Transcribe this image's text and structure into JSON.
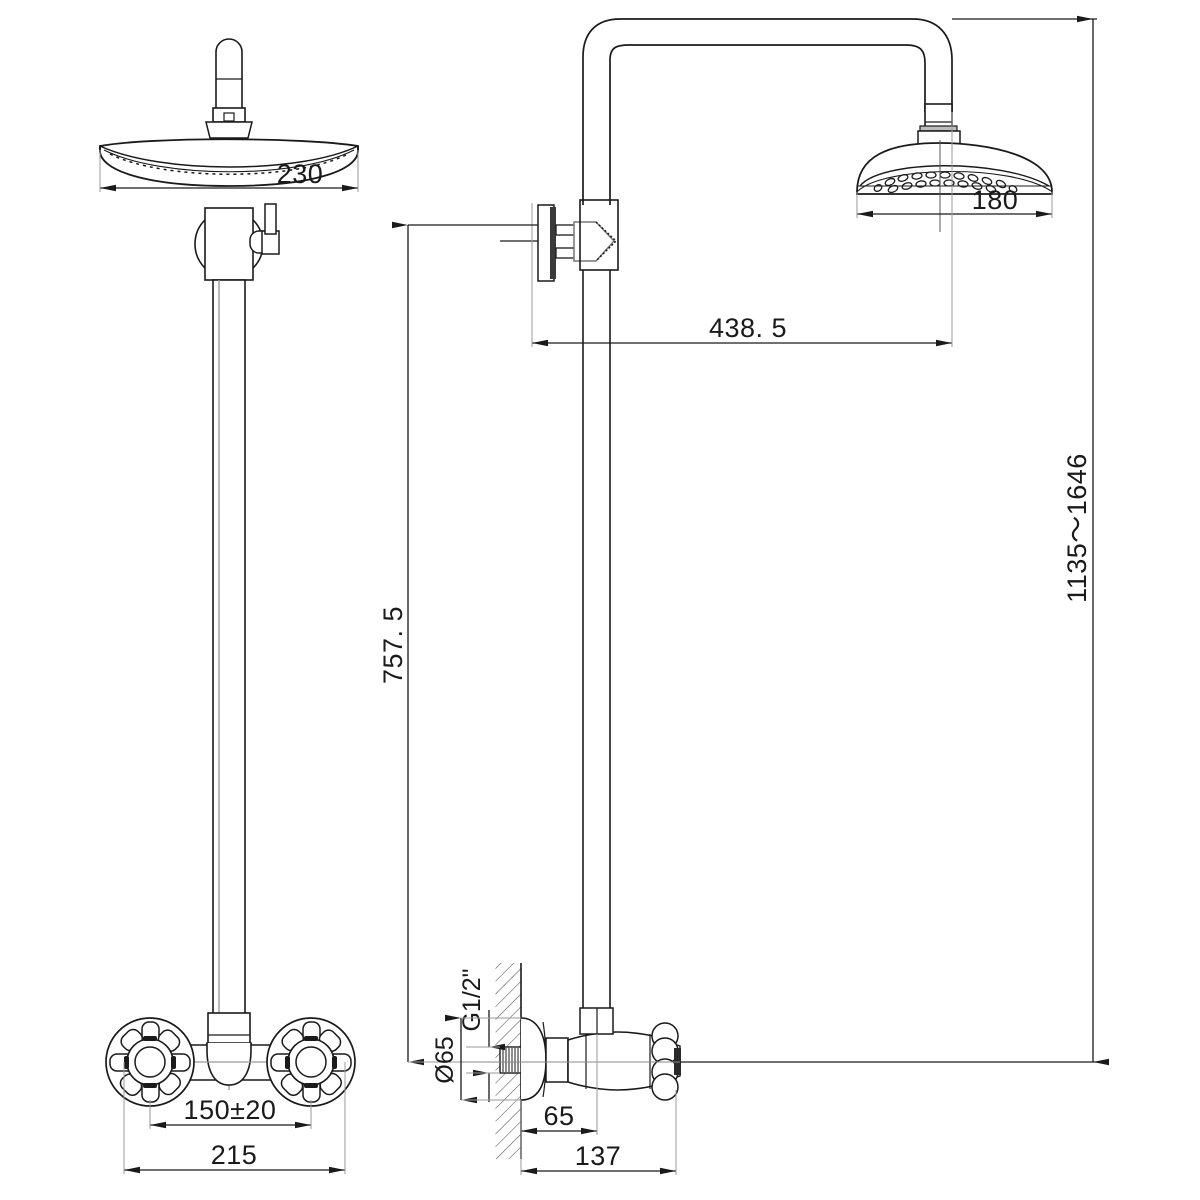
{
  "drawing": {
    "type": "technical-dimension-drawing",
    "subject": "Wall-mounted shower column with rain head and cross-handle mixer",
    "views": [
      {
        "name": "front-view",
        "label": ""
      },
      {
        "name": "side-view",
        "label": ""
      }
    ]
  },
  "dimensions": {
    "head_width_front": "230",
    "head_width_side": "180",
    "arm_reach": "438. 5",
    "riser_height": "757. 5",
    "total_height_range": "1135～1646",
    "handle_spacing": "150±20",
    "body_width": "215",
    "inlet_thread": "G1/2\"",
    "flange_diameter": "Ø65",
    "wall_to_body": "65",
    "wall_to_handle": "137"
  },
  "chart_data": {
    "type": "table",
    "title": "",
    "categories": [
      "Shower head width (front)",
      "Shower head width (side)",
      "Arm reach",
      "Riser height",
      "Overall height range",
      "Handle centre spacing",
      "Mixer body width",
      "Inlet thread",
      "Flange diameter",
      "Wall to body",
      "Wall to handle"
    ],
    "values": [
      230,
      180,
      438.5,
      757.5,
      null,
      150,
      215,
      null,
      65,
      65,
      137
    ],
    "labels": [
      "230",
      "180",
      "438. 5",
      "757. 5",
      "1135～1646",
      "150±20",
      "215",
      "G1/2\"",
      "Ø65",
      "65",
      "137"
    ],
    "units": "mm",
    "xlabel": "",
    "ylabel": ""
  },
  "colors": {
    "line": "#1a1a1a",
    "thin_line": "#808080",
    "background": "#ffffff"
  }
}
